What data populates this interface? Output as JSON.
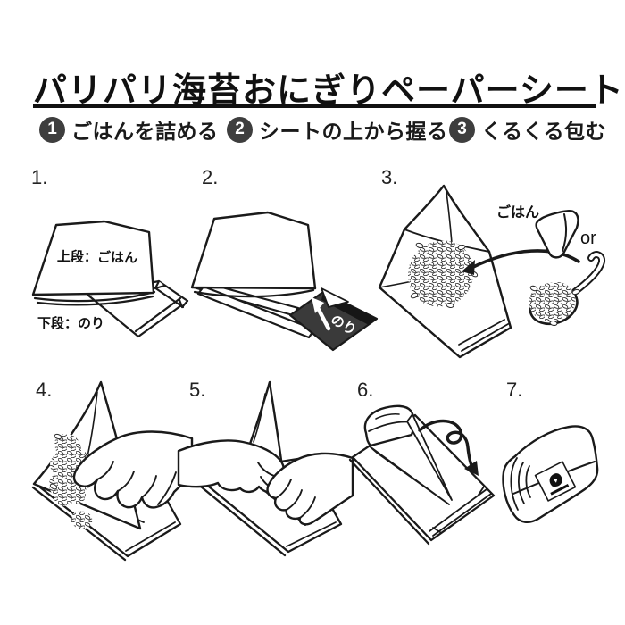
{
  "header": {
    "title": "パリパリ海苔おにぎりペーパーシート"
  },
  "legend": {
    "items": [
      {
        "number": "1",
        "label": "ごはんを詰める"
      },
      {
        "number": "2",
        "label": "シートの上から握る"
      },
      {
        "number": "3",
        "label": "くるくる包む"
      }
    ]
  },
  "steps": {
    "step1": {
      "number": "1.",
      "label_top_sheet": "上段：ごはん",
      "label_bottom_sheet": "下段：のり"
    },
    "step2": {
      "number": "2.",
      "label_nori": "のり"
    },
    "step3": {
      "number": "3.",
      "label_rice": "ごはん",
      "label_or": "or"
    },
    "step4": {
      "number": "4."
    },
    "step5": {
      "number": "5."
    },
    "step6": {
      "number": "6."
    },
    "step7": {
      "number": "7."
    }
  },
  "colors": {
    "ink": "#1a1a1a",
    "badge": "#3e3e3e",
    "nori": "#3a3a3a",
    "nori_shadow": "#161616",
    "paper": "#ffffff"
  }
}
